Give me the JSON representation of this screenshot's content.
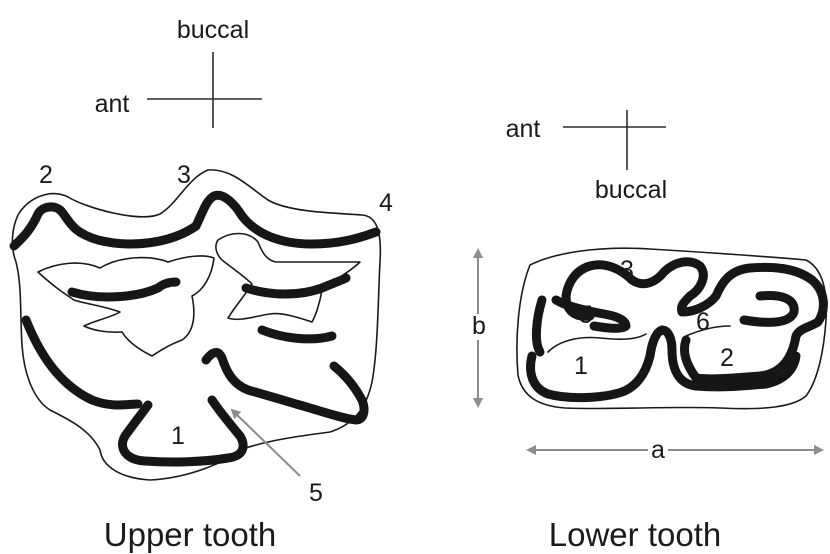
{
  "colors": {
    "ink": "#1a1a1a",
    "enamel": "#161616",
    "measure_arrow": "#8c8c8c",
    "background": "#ffffff"
  },
  "upper": {
    "axis": {
      "buccal": "buccal",
      "ant": "ant"
    },
    "numbers": {
      "n1": "1",
      "n2": "2",
      "n3": "3",
      "n4": "4",
      "n5": "5"
    },
    "caption": "Upper tooth"
  },
  "lower": {
    "axis": {
      "ant": "ant",
      "buccal": "buccal"
    },
    "numbers": {
      "n1": "1",
      "n2": "2",
      "n3": "3",
      "n5": "5",
      "n6": "6"
    },
    "dims": {
      "a": "a",
      "b": "b"
    },
    "caption": "Lower tooth"
  }
}
